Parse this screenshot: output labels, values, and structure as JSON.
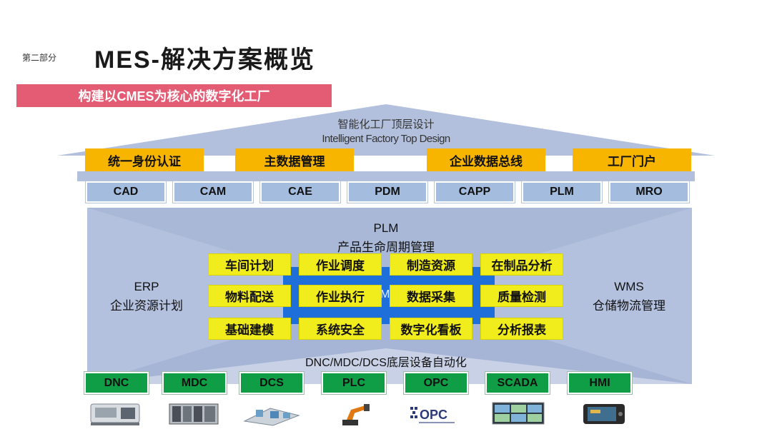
{
  "header": {
    "section_label": "第二部分",
    "title": "MES-解决方案概览",
    "banner": "构建以CMES为核心的数字化工厂"
  },
  "roof": {
    "title_cn": "智能化工厂顶层设计",
    "title_en": "Intelligent Factory Top Design"
  },
  "top_modules": [
    "统一身份认证",
    "主数据管理",
    "企业数据总线",
    "工厂门户"
  ],
  "plm_systems": [
    "CAD",
    "CAM",
    "CAE",
    "PDM",
    "CAPP",
    "PLM",
    "MRO"
  ],
  "plm_center": {
    "line1": "PLM",
    "line2": "产品生命周期管理"
  },
  "erp": {
    "line1": "ERP",
    "line2": "企业资源计划"
  },
  "wms": {
    "line1": "WMS",
    "line2": "仓储物流管理"
  },
  "mes_core_partial": "ME",
  "mes_modules": [
    [
      "车间计划",
      "作业调度",
      "制造资源",
      "在制品分析"
    ],
    [
      "物料配送",
      "作业执行",
      "数据采集",
      "质量检测"
    ],
    [
      "基础建模",
      "系统安全",
      "数字化看板",
      "分析报表"
    ]
  ],
  "automation_label": "DNC/MDC/DCS底层设备自动化",
  "device_systems": [
    "DNC",
    "MDC",
    "DCS",
    "PLC",
    "OPC",
    "SCADA",
    "HMI"
  ],
  "device_logo_text": "OPC",
  "colors": {
    "banner": "#e35c74",
    "roof": "#b3c0dd",
    "top_module": "#f7b500",
    "plm_system": "#a4bddf",
    "mes_module": "#f1ec1c",
    "mes_core": "#1e6fd9",
    "device_system": "#0f9d46"
  },
  "icons": [
    "cnc-machine-icon",
    "plc-rack-icon",
    "production-line-icon",
    "robot-arm-icon",
    "opc-logo-icon",
    "scada-monitor-icon",
    "hmi-panel-icon"
  ]
}
